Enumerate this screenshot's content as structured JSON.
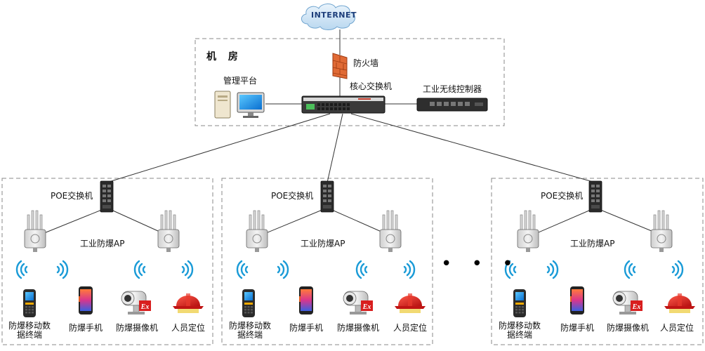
{
  "internet": {
    "label": "INTERNET"
  },
  "machine_room": {
    "title": "机 房",
    "firewall_label": "防火墙",
    "core_switch_label": "核心交换机",
    "platform_label": "管理平台",
    "wireless_controller_label": "工业无线控制器"
  },
  "ellipsis": "• • •",
  "zones": [
    {
      "poe_label": "POE交换机",
      "ap_label": "工业防爆AP",
      "devices": [
        {
          "label": "防爆移动数\n据终端",
          "icon": "rugged-terminal-icon"
        },
        {
          "label": "防爆手机",
          "icon": "phone-icon"
        },
        {
          "label": "防爆摄像机",
          "icon": "camera-icon"
        },
        {
          "label": "人员定位",
          "icon": "helmet-icon"
        }
      ]
    },
    {
      "poe_label": "POE交换机",
      "ap_label": "工业防爆AP",
      "devices": [
        {
          "label": "防爆移动数\n据终端",
          "icon": "rugged-terminal-icon"
        },
        {
          "label": "防爆手机",
          "icon": "phone-icon"
        },
        {
          "label": "防爆摄像机",
          "icon": "camera-icon"
        },
        {
          "label": "人员定位",
          "icon": "helmet-icon"
        }
      ]
    },
    {
      "poe_label": "POE交换机",
      "ap_label": "工业防爆AP",
      "devices": [
        {
          "label": "防爆移动数\n据终端",
          "icon": "rugged-terminal-icon"
        },
        {
          "label": "防爆手机",
          "icon": "phone-icon"
        },
        {
          "label": "防爆摄像机",
          "icon": "camera-icon"
        },
        {
          "label": "人员定位",
          "icon": "helmet-icon"
        }
      ]
    }
  ],
  "colors": {
    "firewall": "#e06a35",
    "helmet": "#e21d1d",
    "wifi": "#1a9bd7",
    "border": "#8a8a8a",
    "cloud": "#d3e7f7"
  }
}
